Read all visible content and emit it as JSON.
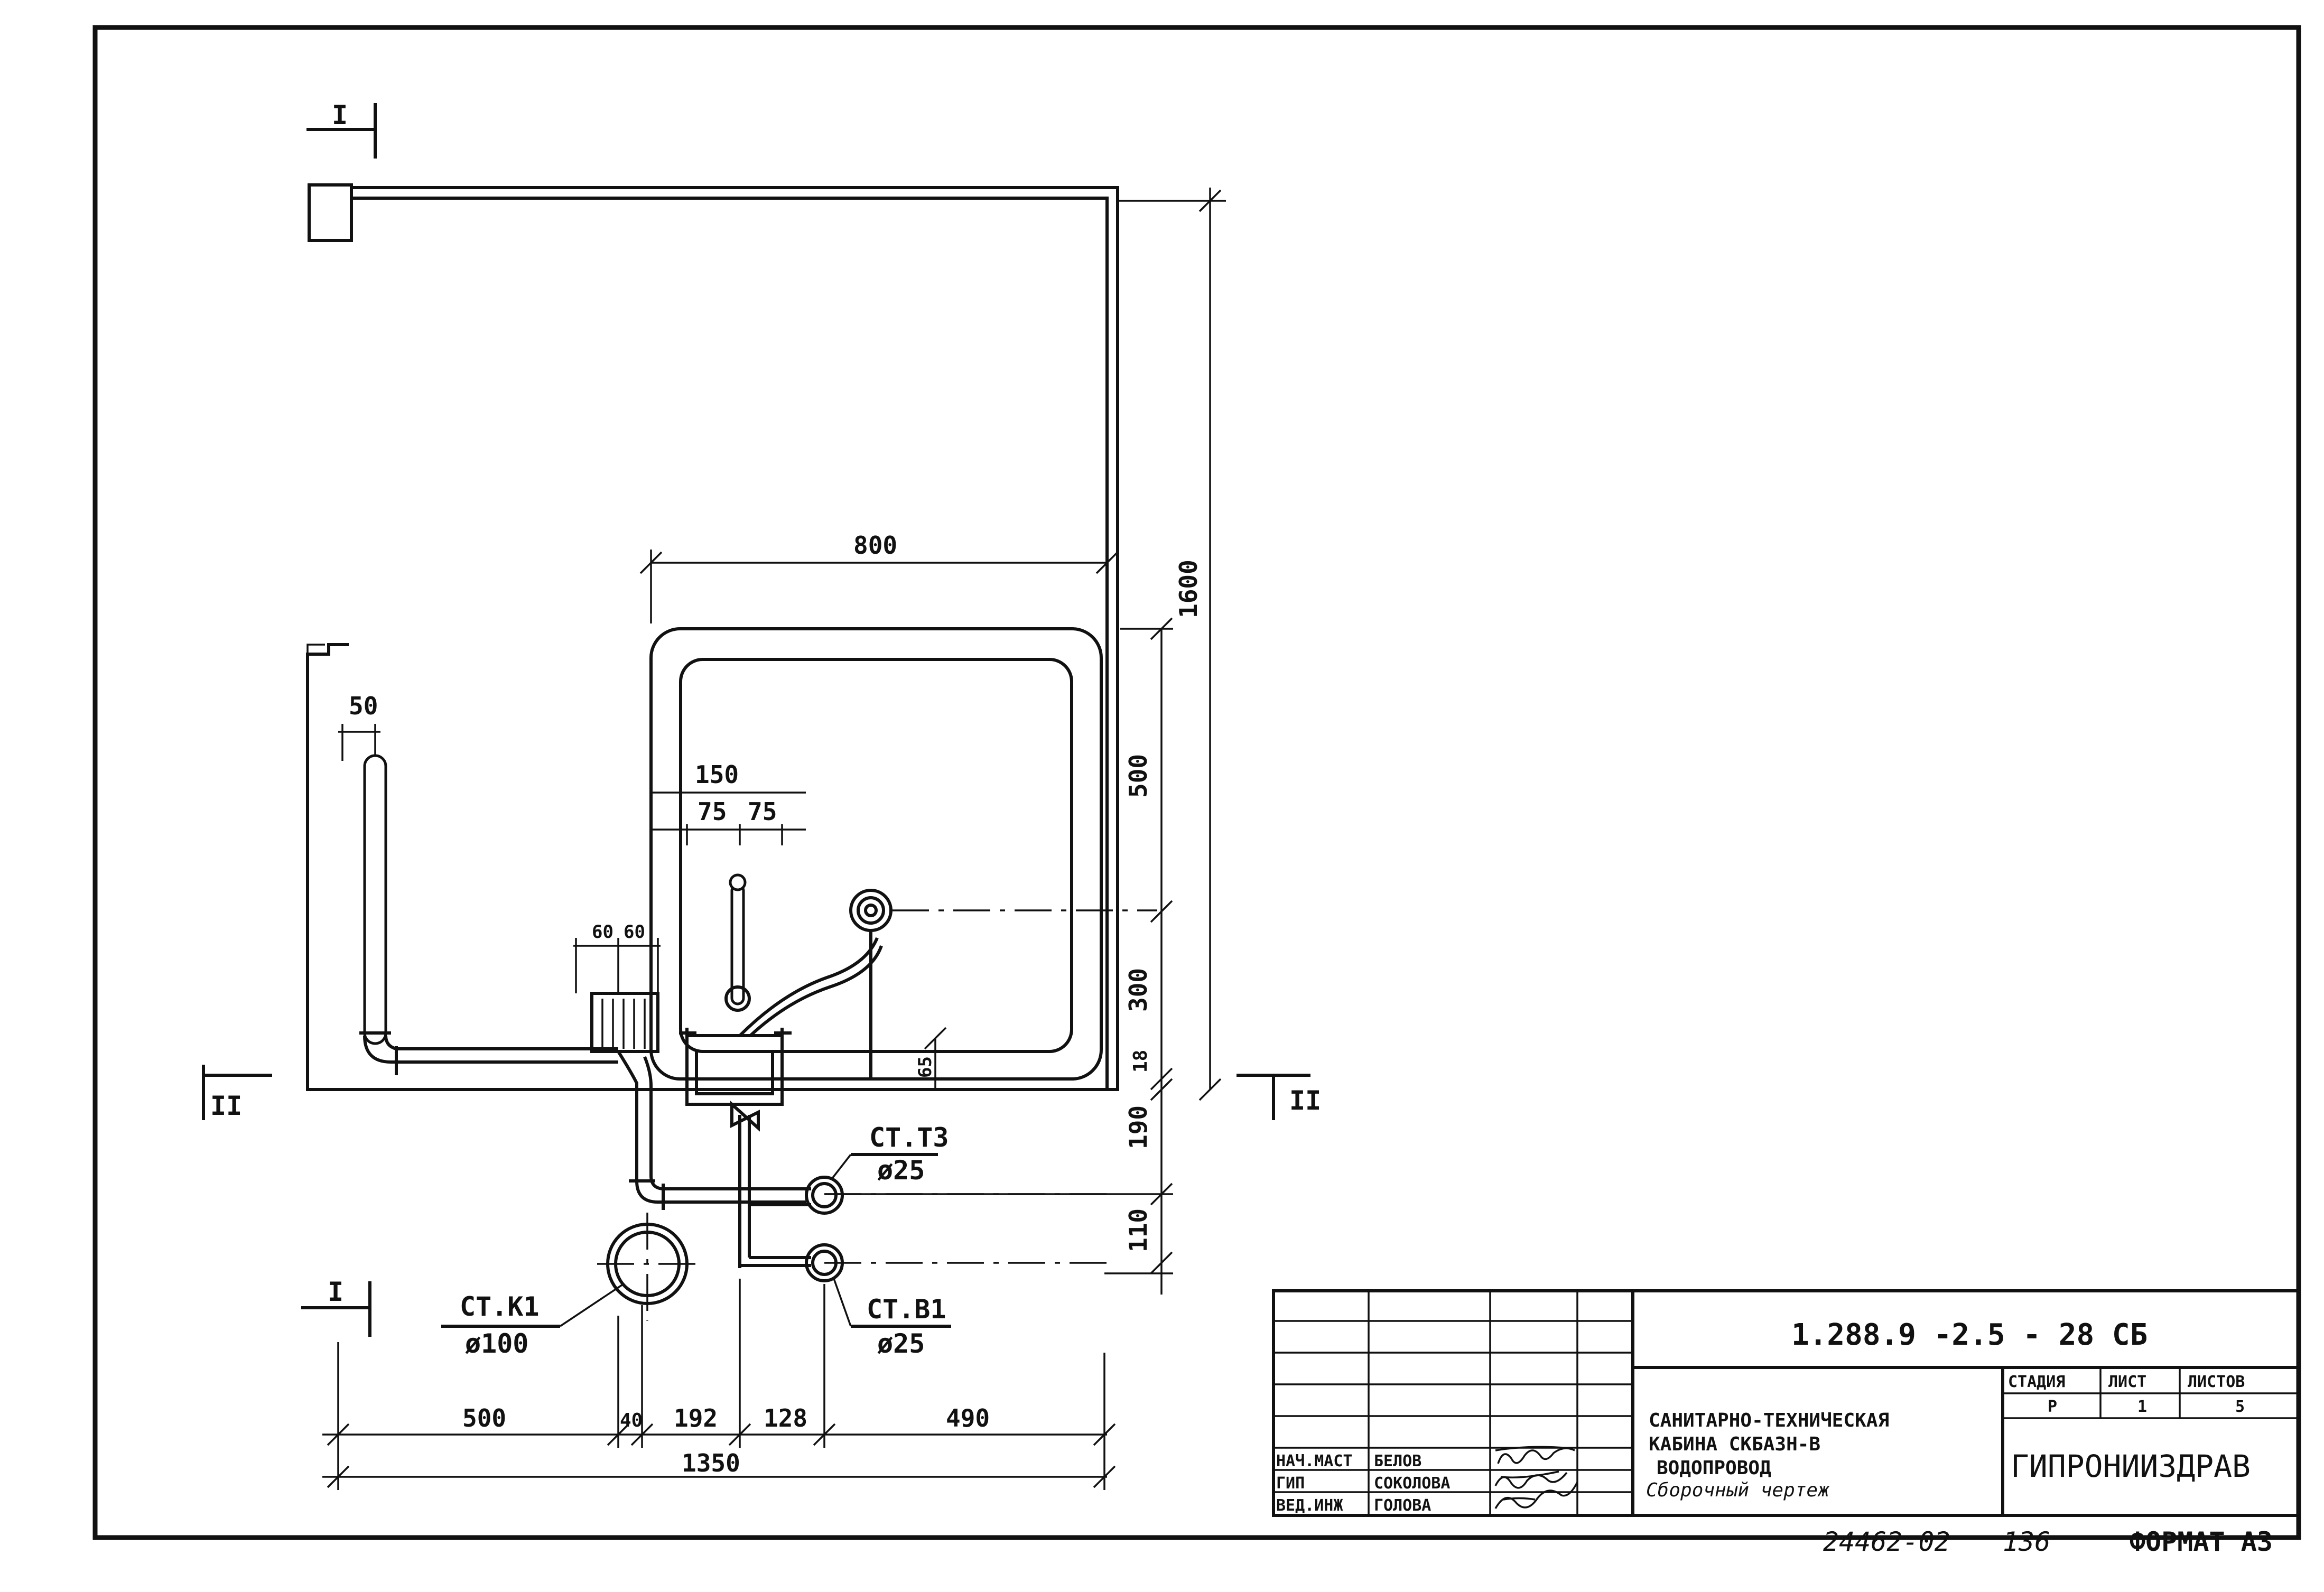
{
  "section_marks": {
    "section_1": "I",
    "section_2": "II"
  },
  "dimensions": {
    "top_width": "800",
    "total_height": "1600",
    "upper_segment": "500",
    "middle_segment": "300",
    "wall_gap": "18",
    "tray_rim": "65",
    "below_segment_1": "190",
    "below_segment_2": "110",
    "vent_pipe_offset": "50",
    "mixer_width": "150",
    "mixer_half_left": "75",
    "mixer_half_right": "75",
    "offset_left": "60",
    "offset_right": "60",
    "bottom_segments": [
      "500",
      "40",
      "192",
      "128",
      "490"
    ],
    "bottom_total": "1350"
  },
  "callouts": {
    "riser_k1": {
      "name": "СТ.К1",
      "diameter": "ø100"
    },
    "riser_t3": {
      "name": "СТ.Т3",
      "diameter": "ø25"
    },
    "riser_b1": {
      "name": "СТ.В1",
      "diameter": "ø25"
    }
  },
  "title_block": {
    "document_code": "1.288.9 -2.5 - 28 СБ",
    "title_lines": [
      "САНИТАРНО-ТЕХНИЧЕСКАЯ",
      "КАБИНА СКБАЗН-В",
      "ВОДОПРОВОД",
      "Сборочный чертеж"
    ],
    "stage_header": "СТАДИЯ",
    "sheet_header": "ЛИСТ",
    "sheets_header": "ЛИСТОВ",
    "stage_value": "Р",
    "sheet_value": "1",
    "sheets_value": "5",
    "organization": "ГИПРОНИИЗДРАВ",
    "roles": [
      {
        "role": "НАЧ.МАСТ",
        "name": "БЕЛОВ"
      },
      {
        "role": "ГИП",
        "name": "СОКОЛОВА"
      },
      {
        "role": "ВЕД.ИНЖ",
        "name": "ГОЛОВА"
      }
    ]
  },
  "footer": {
    "inventory_number": "24462-02",
    "page_number": "136",
    "format": "ФОРМАТ А3"
  }
}
